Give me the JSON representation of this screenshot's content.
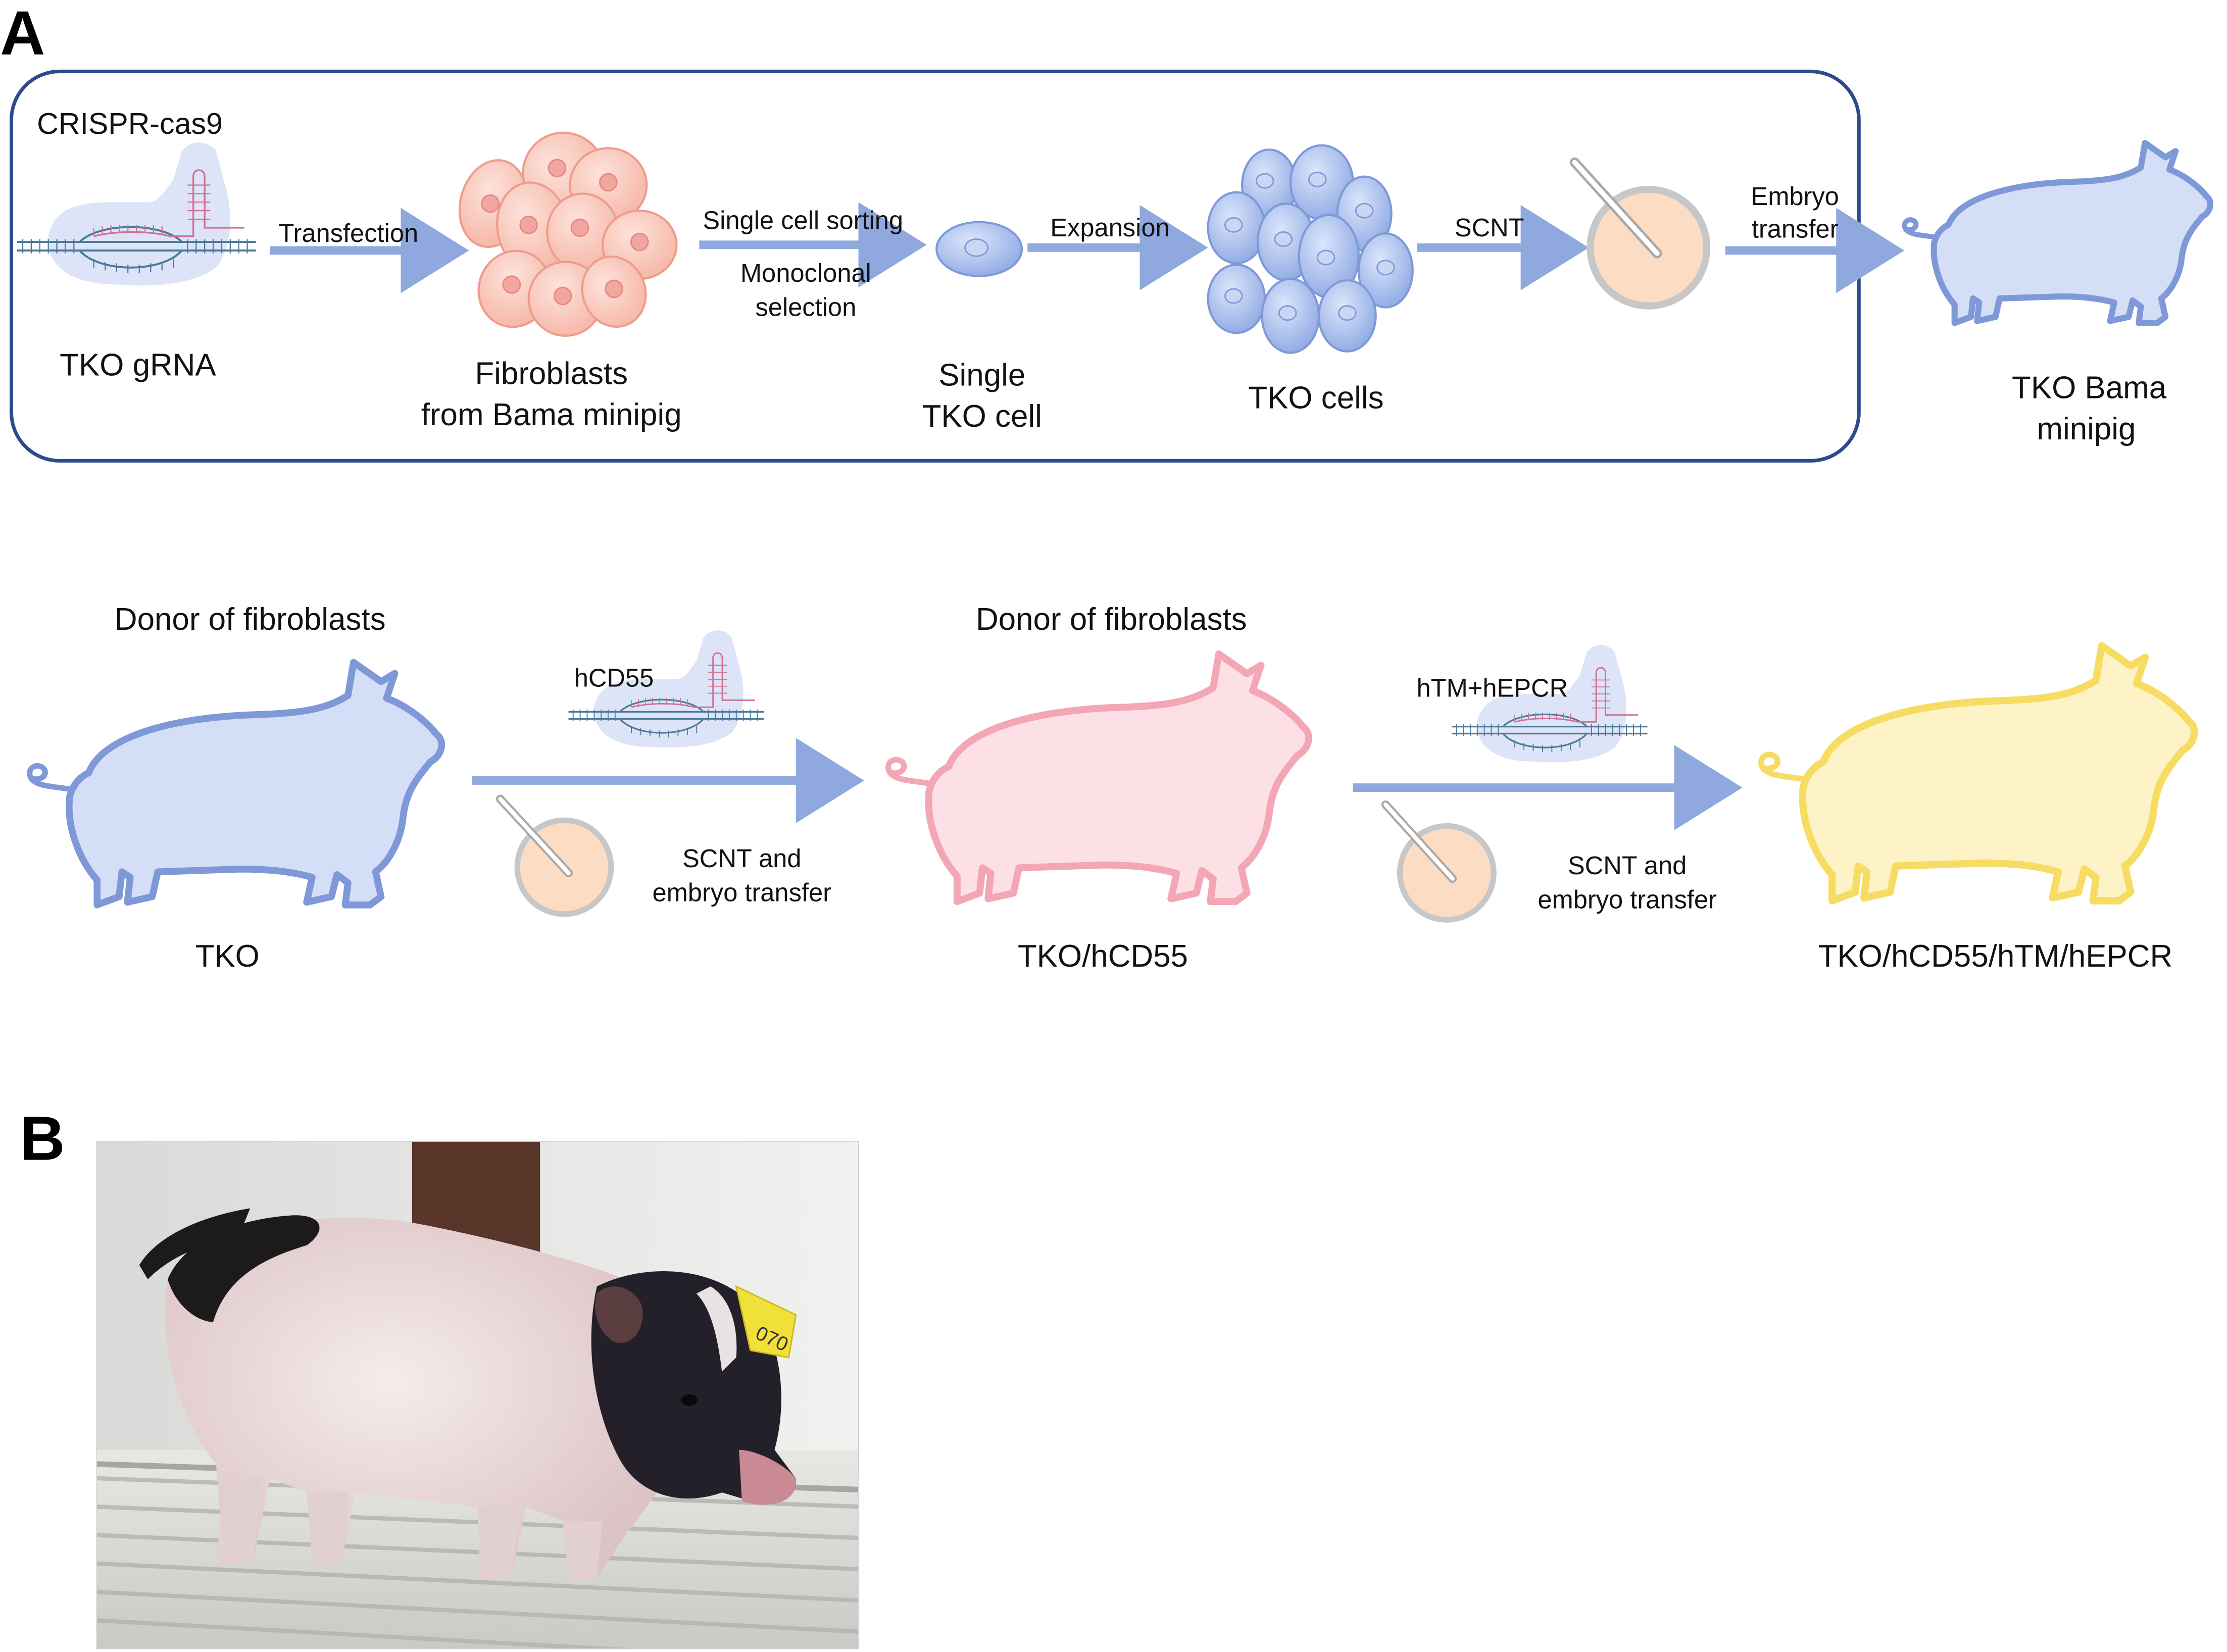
{
  "panels": {
    "a_letter": "A",
    "b_letter": "B"
  },
  "panel_a": {
    "top_row": {
      "crispr_label": "CRISPR-cas9",
      "grna_label": "TKO gRNA",
      "arrow1_label": "Transfection",
      "fibroblasts_label_line1": "Fibroblasts",
      "fibroblasts_label_line2": "from Bama minipig",
      "arrow2_label_top": "Single cell sorting",
      "arrow2_label_bottom_line1": "Monoclonal",
      "arrow2_label_bottom_line2": "selection",
      "single_cell_label_line1": "Single",
      "single_cell_label_line2": "TKO cell",
      "arrow3_label": "Expansion",
      "tko_cells_label": "TKO cells",
      "arrow4_label": "SCNT",
      "arrow5_label_line1": "Embryo",
      "arrow5_label_line2": "transfer",
      "result_label_line1": "TKO Bama",
      "result_label_line2": "minipig"
    },
    "bottom_row": {
      "donor1_label": "Donor of fibroblasts",
      "pig1_label": "TKO",
      "construct1_label": "hCD55",
      "step1_label_line1": "SCNT and",
      "step1_label_line2": "embryo transfer",
      "donor2_label": "Donor of fibroblasts",
      "pig2_label": "TKO/hCD55",
      "construct2_label": "hTM+hEPCR",
      "step2_label_line1": "SCNT and",
      "step2_label_line2": "embryo transfer",
      "pig3_label": "TKO/hCD55/hTM/hEPCR"
    }
  },
  "panel_b": {
    "ear_tag_text": "070"
  },
  "colors": {
    "frame_blue": "#2f4a8c",
    "arrow_blue": "#8fa8de",
    "pig_blue": "#7f98d8",
    "pig_blue_fill": "#d4def6",
    "pig_pink": "#f3a6b4",
    "pig_pink_fill": "#fde0e5",
    "pig_yellow": "#f6dc62",
    "pig_yellow_fill": "#fdf3c6",
    "fibroblast_stroke": "#ee9c8c",
    "fibroblast_fill": "#fbcdc2",
    "dish_fill": "#fddcc4",
    "dish_rim": "#c4c4c4"
  },
  "icons": [
    "crispr-complex-icon",
    "fibroblast-cluster-icon",
    "single-cell-icon",
    "cell-cluster-icon",
    "scnt-dish-icon",
    "pig-silhouette-icon",
    "pig-photo"
  ]
}
